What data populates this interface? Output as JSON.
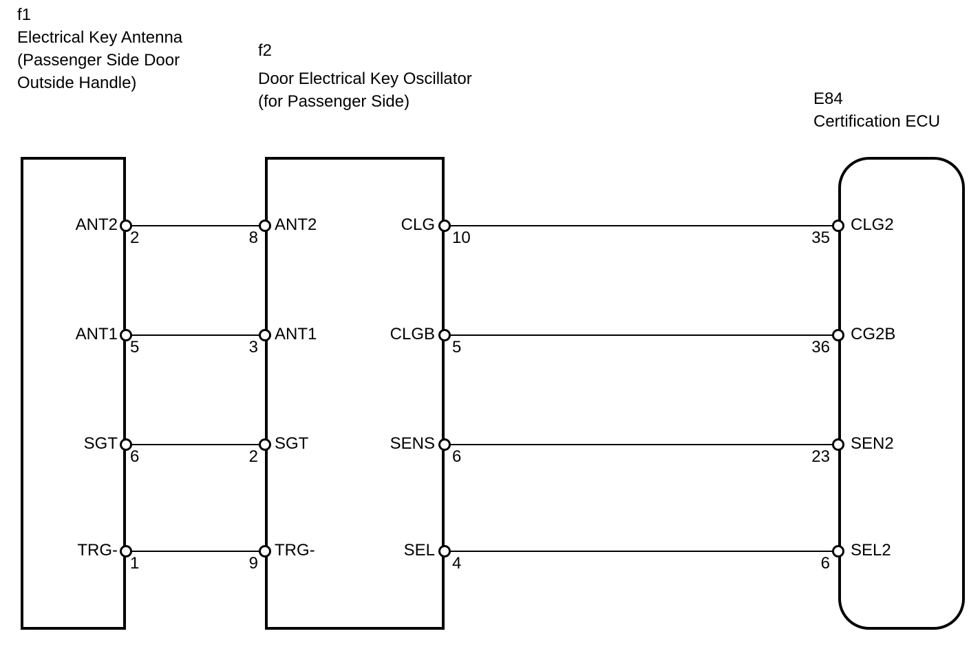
{
  "colors": {
    "line": "#000000",
    "background": "#ffffff"
  },
  "components": {
    "f1": {
      "code": "f1",
      "name": "Electrical Key Antenna\n(Passenger Side Door\nOutside Handle)"
    },
    "f2": {
      "code": "f2",
      "name": "Door Electrical Key Oscillator\n(for Passenger Side)"
    },
    "e84": {
      "code": "E84",
      "name": "Certification ECU"
    }
  },
  "rows": [
    {
      "f1_pin": {
        "label": "ANT2",
        "number": "2"
      },
      "f2_left_pin": {
        "label": "ANT2",
        "number": "8"
      },
      "f2_right_pin": {
        "label": "CLG",
        "number": "10"
      },
      "e84_pin": {
        "label": "CLG2",
        "number": "35"
      }
    },
    {
      "f1_pin": {
        "label": "ANT1",
        "number": "5"
      },
      "f2_left_pin": {
        "label": "ANT1",
        "number": "3"
      },
      "f2_right_pin": {
        "label": "CLGB",
        "number": "5"
      },
      "e84_pin": {
        "label": "CG2B",
        "number": "36"
      }
    },
    {
      "f1_pin": {
        "label": "SGT",
        "number": "6"
      },
      "f2_left_pin": {
        "label": "SGT",
        "number": "2"
      },
      "f2_right_pin": {
        "label": "SENS",
        "number": "6"
      },
      "e84_pin": {
        "label": "SEN2",
        "number": "23"
      }
    },
    {
      "f1_pin": {
        "label": "TRG-",
        "number": "1"
      },
      "f2_left_pin": {
        "label": "TRG-",
        "number": "9"
      },
      "f2_right_pin": {
        "label": "SEL",
        "number": "4"
      },
      "e84_pin": {
        "label": "SEL2",
        "number": "6"
      }
    }
  ]
}
